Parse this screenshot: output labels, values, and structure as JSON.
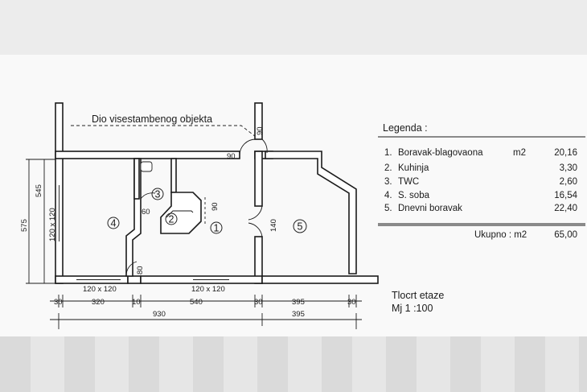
{
  "title": "Dio visestambenog objekta",
  "legend": {
    "heading": "Legenda :",
    "items": [
      {
        "num": "1.",
        "name": "Boravak-blagovaona",
        "unit": "m2",
        "area": "20,16"
      },
      {
        "num": "2.",
        "name": "Kuhinja",
        "unit": "",
        "area": "3,30"
      },
      {
        "num": "3.",
        "name": "TWC",
        "unit": "",
        "area": "2,60"
      },
      {
        "num": "4.",
        "name": "S. soba",
        "unit": "",
        "area": "16,54"
      },
      {
        "num": "5.",
        "name": "Dnevni boravak",
        "unit": "",
        "area": "22,40"
      }
    ],
    "total_label": "Ukupno : m2",
    "total_value": "65,00"
  },
  "plan": {
    "caption_line1": "Tlocrt etaze",
    "caption_line2": "Mj 1 :100",
    "room_numbers": [
      "1",
      "2",
      "3",
      "4",
      "5"
    ],
    "dims": {
      "top_door_90": "90",
      "vertical_door_90": "90",
      "bath_60": "60",
      "kitchen_90": "90",
      "wall_140": "140",
      "door_80": "80",
      "window_left_vertical": "120 x 120",
      "height_575": "575",
      "height_545": "545",
      "window_bottom_1": "120 x 120",
      "window_bottom_2": "120 x 120",
      "d30a": "30",
      "d320": "320",
      "d10": "10",
      "d540": "540",
      "d30b": "30",
      "d395a": "395",
      "d30c": "30",
      "d930": "930",
      "d395b": "395"
    }
  }
}
